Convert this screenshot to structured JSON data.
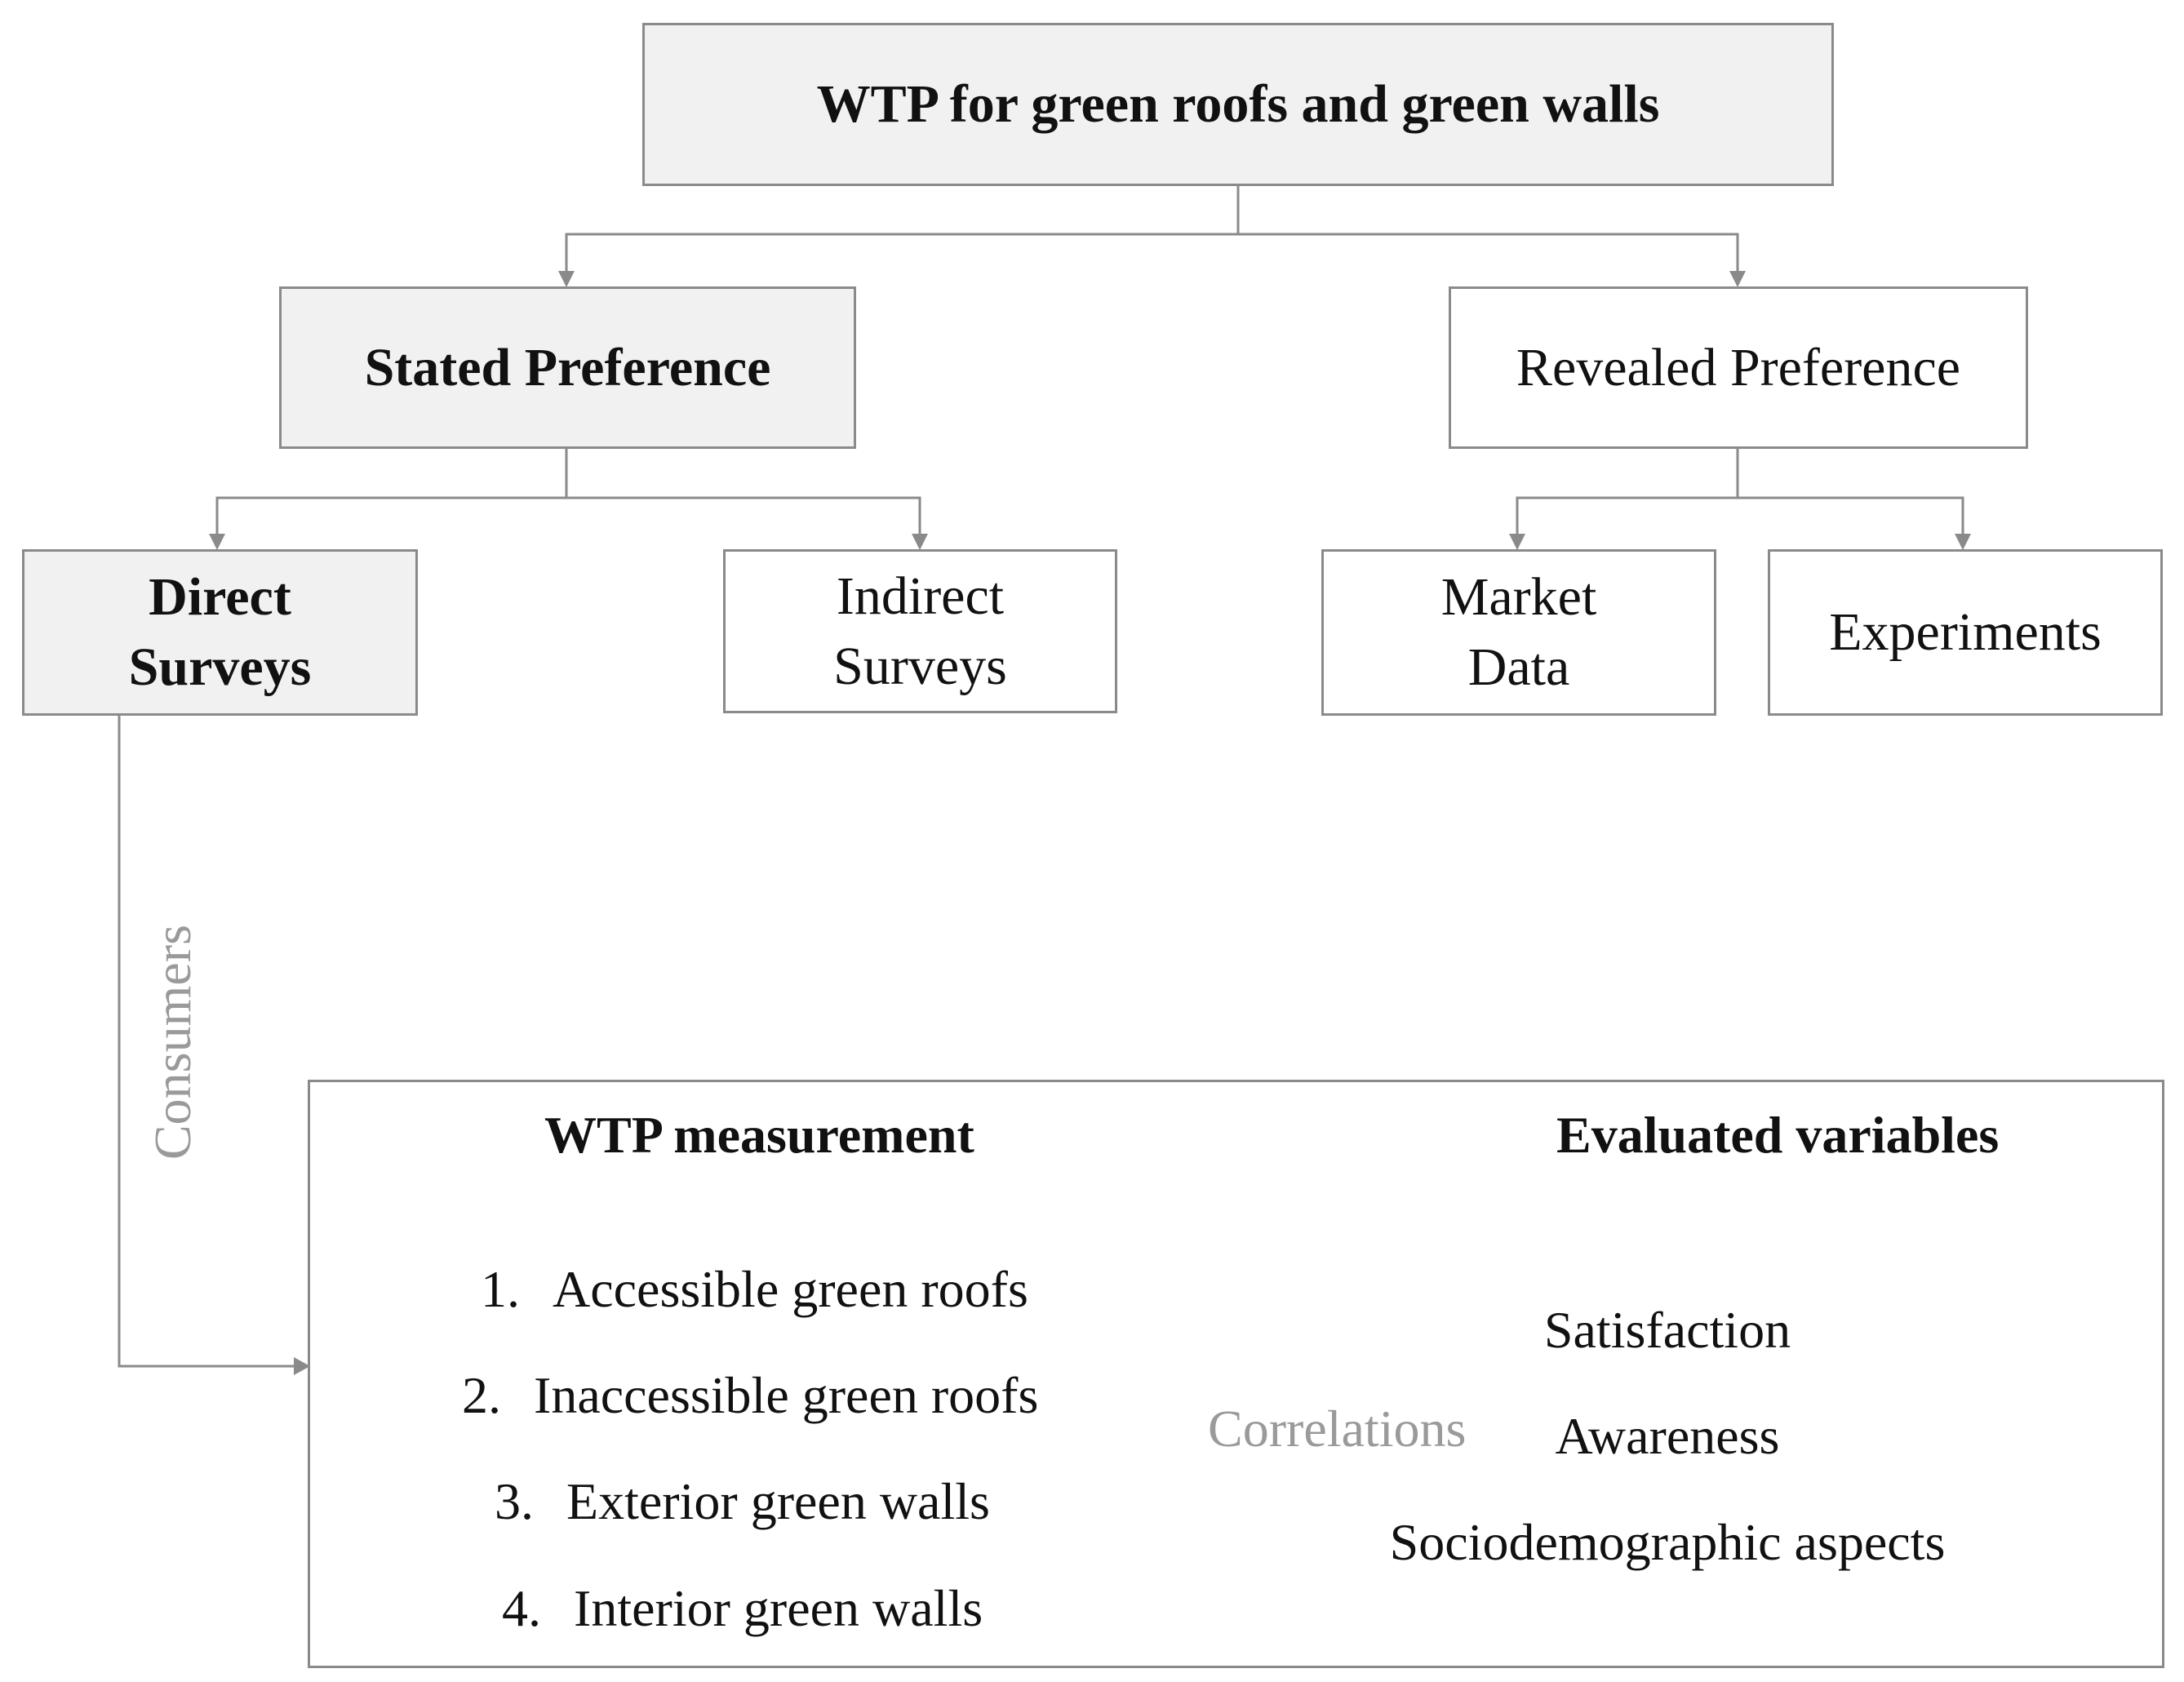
{
  "root": {
    "title": "WTP for green roofs and green walls"
  },
  "level1": {
    "stated": "Stated Preference",
    "revealed": "Revealed Preference"
  },
  "level2": {
    "direct": [
      "Direct",
      "Surveys"
    ],
    "indirect": [
      "Indirect",
      "Surveys"
    ],
    "market": [
      "Market",
      "Data"
    ],
    "experiments": "Experiments"
  },
  "link_labels": {
    "consumers": "Consumers",
    "correlations": "Correlations"
  },
  "panel": {
    "left_heading": "WTP measurement",
    "right_heading": "Evaluated variables",
    "wtp_items": [
      {
        "num": "1.",
        "text": "Accessible green roofs"
      },
      {
        "num": "2.",
        "text": "Inaccessible green roofs"
      },
      {
        "num": "3.",
        "text": "Exterior green walls"
      },
      {
        "num": "4.",
        "text": "Interior green walls"
      }
    ],
    "variables": [
      "Satisfaction",
      "Awareness",
      "Sociodemographic aspects"
    ]
  },
  "colors": {
    "line": "#8a8a8a",
    "shaded_fill": "#f1f1f1",
    "gray_text": "#9a9a9a"
  }
}
